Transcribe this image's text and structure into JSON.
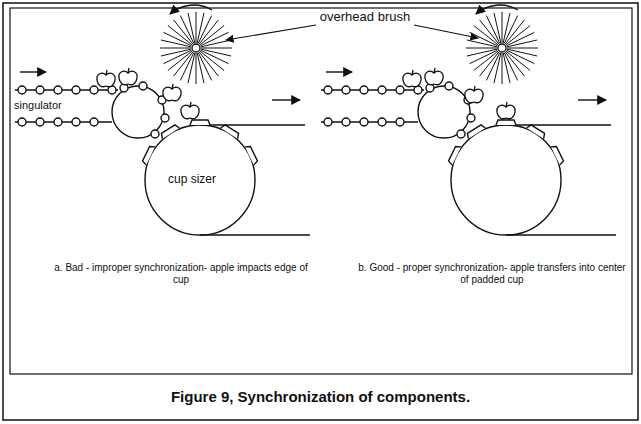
{
  "diagram": {
    "caption": "Figure 9, Synchronization of components.",
    "labels": [
      "overhead brush",
      "singulator",
      "cup sizer",
      "a. Bad - improper synchronization- apple impacts edge of cup",
      "b. Good - proper synchronization- apple transfers into center of padded cup"
    ]
  }
}
